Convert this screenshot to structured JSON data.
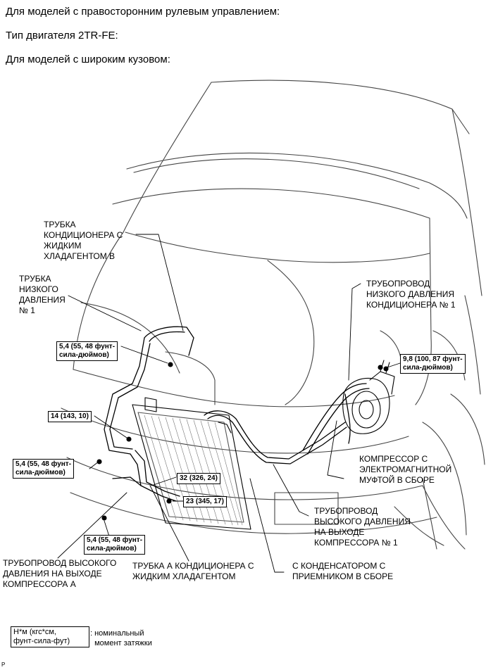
{
  "header": {
    "line1": "Для моделей с правосторонним рулевым управлением:",
    "line2": "Тип двигателя 2TR-FE:",
    "line3": "Для моделей с широким кузовом:"
  },
  "labels": {
    "liquid_tube_b": "ТРУБКА\nКОНДИЦИОНЕРА С\nЖИДКИМ\nХЛАДАГЕНТОМ В",
    "low_pressure_tube": "ТРУБКА\nНИЗКОГО\nДАВЛЕНИЯ\n№ 1",
    "suction_pipe": "ТРУБОПРОВОД\nНИЗКОГО ДАВЛЕНИЯ\nКОНДИЦИОНЕРА № 1",
    "compressor": "КОМПРЕССОР С\nЭЛЕКТРОМАГНИТНОЙ\nМУФТОЙ В СБОРЕ",
    "discharge_pipe_1": "ТРУБОПРОВОД\nВЫСОКОГО ДАВЛЕНИЯ\nНА ВЫХОДЕ\nКОМПРЕССОРА № 1",
    "discharge_pipe_a": "ТРУБОПРОВОД ВЫСОКОГО\nДАВЛЕНИЯ НА ВЫХОДЕ\nКОМПРЕССОРА А",
    "liquid_tube_a": "ТРУБКА А КОНДИЦИОНЕРА С\nЖИДКИМ ХЛАДАГЕНТОМ",
    "condenser": "С КОНДЕНСАТОРОМ С\nПРИЕМНИКОМ В СБОРЕ"
  },
  "torques": {
    "t1": "5,4 (55, 48 фунт-\nсила-дюймов)",
    "t2": "9,8 (100, 87 фунт-\nсила-дюймов)",
    "t3": "14 (143, 10)",
    "t4": "5,4 (55, 48 фунт-\nсила-дюймов)",
    "t5": "32 (326, 24)",
    "t6": "23 (345, 17)",
    "t7": "5,4 (55, 48 фунт-\nсила-дюймов)"
  },
  "legend": {
    "box": "Н*м (кгс*см,\nфунт-сила-фут)",
    "text": ": номинальный\n  момент затяжки"
  },
  "corner_mark": "P"
}
